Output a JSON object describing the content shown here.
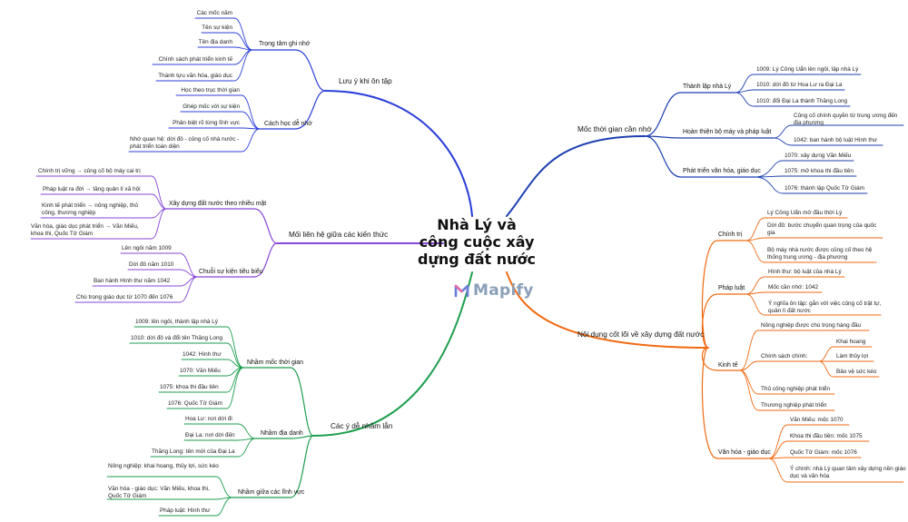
{
  "central_topic": "Nhà Lý và công cuộc xây dựng đất nước",
  "logo_text": "Mapify",
  "colors": {
    "blue": "#2b3fd8",
    "purple": "#8646d6",
    "green": "#1e9e4e",
    "orange": "#f06a12",
    "navy": "#1d3fb0"
  },
  "branches": {
    "on_tap": {
      "label": "Lưu ý khi ôn tập",
      "trong_tam": {
        "label": "Trọng tâm ghi nhớ",
        "items": [
          "Các mốc năm",
          "Tên sự kiện",
          "Tên địa danh",
          "Chính sách phát triển kinh tế",
          "Thành tựu văn hóa, giáo dục"
        ]
      },
      "cach_hoc": {
        "label": "Cách học dễ nhớ",
        "items": [
          "Học theo trục thời gian",
          "Ghép mốc với sự kiện",
          "Phân biệt rõ từng lĩnh vực",
          "Nhớ quan hệ: dời đô - củng cố nhà nước - phát triển toàn diện"
        ]
      }
    },
    "lien_he": {
      "label": "Mối liên hệ giữa các kiến thức",
      "xay_dung": {
        "label": "Xây dựng đất nước theo nhiều mặt",
        "items": [
          "Chính trị vững → củng cố bộ máy cai trị",
          "Pháp luật ra đời → tăng quản lí xã hội",
          "Kinh tế phát triển → nông nghiệp, thủ công, thương nghiệp",
          "Văn hóa, giáo dục phát triển → Văn Miếu, khoa thi, Quốc Tử Giám"
        ]
      },
      "chuoi": {
        "label": "Chuỗi sự kiện tiêu biểu",
        "items": [
          "Lên ngôi năm 1009",
          "Dời đô năm 1010",
          "Ban hành Hình thư năm 1042",
          "Chú trọng giáo dục từ 1070 đến 1076"
        ]
      }
    },
    "nham_lan": {
      "label": "Các ý dễ nhầm lẫn",
      "moc": {
        "label": "Nhầm mốc thời gian",
        "items": [
          "1009: lên ngôi, thành lập nhà Lý",
          "1010: dời đô và đổi tên Thăng Long",
          "1042: Hình thư",
          "1070: Văn Miếu",
          "1075: khoa thi đầu tiên",
          "1076: Quốc Tử Giám"
        ]
      },
      "dia_danh": {
        "label": "Nhầm địa danh",
        "items": [
          "Hoa Lư: nơi dời đi",
          "Đại La: nơi dời đến",
          "Thăng Long: tên mới của Đại La"
        ]
      },
      "linh_vuc": {
        "label": "Nhầm giữa các lĩnh vực",
        "items": [
          "Nông nghiệp: khai hoang, thủy lợi, sức kéo",
          "Văn hóa - giáo dục: Văn Miếu, khoa thi, Quốc Tử Giám",
          "Pháp luật: Hình thư"
        ]
      }
    },
    "moc_thoi_gian": {
      "label": "Mốc thời gian cần nhớ",
      "thanh_lap": {
        "label": "Thành lập nhà Lý",
        "items": [
          "1009: Lý Công Uẩn lên ngôi, lập nhà Lý",
          "1010: dời đô từ Hoa Lư ra Đại La",
          "1010: đổi Đại La thành Thăng Long"
        ]
      },
      "hoan_thien": {
        "label": "Hoàn thiện bộ máy và pháp luật",
        "items": [
          "Củng cố chính quyền từ trung ương đến địa phương",
          "1042: ban hành bộ luật Hình thư"
        ]
      },
      "phat_trien": {
        "label": "Phát triển văn hóa, giáo dục",
        "items": [
          "1070: xây dựng Văn Miếu",
          "1075: mở khoa thi đầu tiên",
          "1076: thành lập Quốc Tử Giám"
        ]
      }
    },
    "noi_dung": {
      "label": "Nội dung cốt lõi về xây dựng đất nước",
      "chinh_tri": {
        "label": "Chính trị",
        "items": [
          "Lý Công Uẩn mở đầu thời Lý",
          "Dời đô: bước chuyển quan trọng của quốc gia",
          "Bộ máy nhà nước được củng cố theo hệ thống trung ương - địa phương"
        ]
      },
      "phap_luat": {
        "label": "Pháp luật",
        "items": [
          "Hình thư: bộ luật của nhà Lý",
          "Mốc cần nhớ: 1042",
          "Ý nghĩa ôn tập: gắn với việc củng cố trật tự, quản lí đất nước"
        ]
      },
      "kinh_te": {
        "label": "Kinh tế",
        "nong_nghiep": "Nông nghiệp được chú trọng hàng đầu",
        "chinh_sach": {
          "label": "Chính sách chính:",
          "items": [
            "Khai hoang",
            "Làm thủy lợi",
            "Bảo vệ sức kéo"
          ]
        },
        "thu_cong": "Thủ công nghiệp phát triển",
        "thuong_nghiep": "Thương nghiệp phát triển"
      },
      "van_hoa": {
        "label": "Văn hóa - giáo dục",
        "items": [
          "Văn Miếu: mốc 1070",
          "Khoa thi đầu tiên: mốc 1075",
          "Quốc Tử Giám: mốc 1076",
          "Ý chính: nhà Lý quan tâm xây dựng nền giáo dục và văn hóa"
        ]
      }
    }
  }
}
